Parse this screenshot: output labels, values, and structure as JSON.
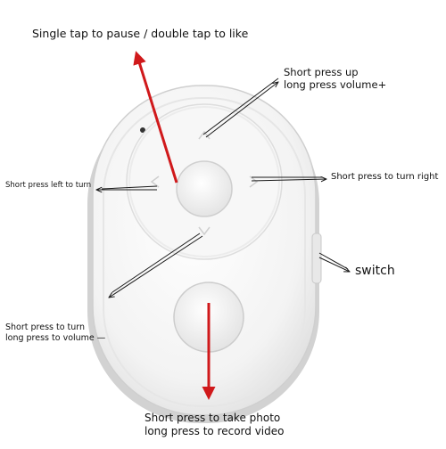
{
  "labels": {
    "top": "Single tap to pause / double tap to like",
    "up": [
      "Short press up",
      "long press volume+"
    ],
    "left": "Short press left to turn",
    "right": "Short press to turn right",
    "switch": "switch",
    "down": [
      "Short press to turn",
      "long press to volume —"
    ],
    "bottom": [
      "Short press to take photo",
      "long press to record video"
    ]
  },
  "colors": {
    "arrow_red": "#d0191b",
    "arrow_dark": "#1a1a1a",
    "device_body": "#f4f4f4",
    "device_edge": "#d6d6d6",
    "button_face": "#f0f0f0"
  }
}
